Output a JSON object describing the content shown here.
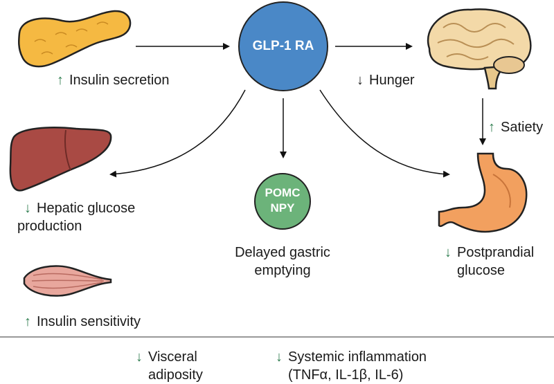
{
  "center_node": {
    "label": "GLP-1 RA",
    "color": "#4a88c7"
  },
  "small_node": {
    "line1": "POMC",
    "line2": "NPY",
    "color": "#6cb37a"
  },
  "effects": {
    "insulin_secretion": {
      "direction": "up",
      "text": "Insulin secretion"
    },
    "hunger": {
      "direction": "down",
      "text": "Hunger"
    },
    "satiety": {
      "direction": "up",
      "text": "Satiety"
    },
    "hepatic_glucose": {
      "direction": "down",
      "line1": "Hepatic glucose",
      "line2": "production"
    },
    "gastric": {
      "line1": "Delayed gastric",
      "line2": "emptying"
    },
    "postprandial": {
      "direction": "down",
      "line1": "Postprandial",
      "line2": "glucose"
    },
    "insulin_sensitivity": {
      "direction": "up",
      "text": "Insulin sensitivity"
    },
    "visceral": {
      "direction": "down",
      "line1": "Visceral",
      "line2": "adiposity"
    },
    "inflammation": {
      "direction": "down",
      "line1": "Systemic inflammation",
      "line2": "(TNFα, IL-1β, IL-6)"
    }
  },
  "arrows": {
    "up": "↑",
    "down": "↓"
  },
  "organs": {
    "pancreas": "pancreas-icon",
    "brain": "brain-icon",
    "liver": "liver-icon",
    "stomach": "stomach-icon",
    "muscle": "muscle-icon"
  },
  "colors": {
    "pancreas": "#f5b942",
    "brain": "#f3d9a8",
    "liver": "#a94a44",
    "stomach": "#f2a05f",
    "muscle": "#e8a79d",
    "up_arrow": "#2e7d4f",
    "down_arrow": "#2e7d4f"
  }
}
